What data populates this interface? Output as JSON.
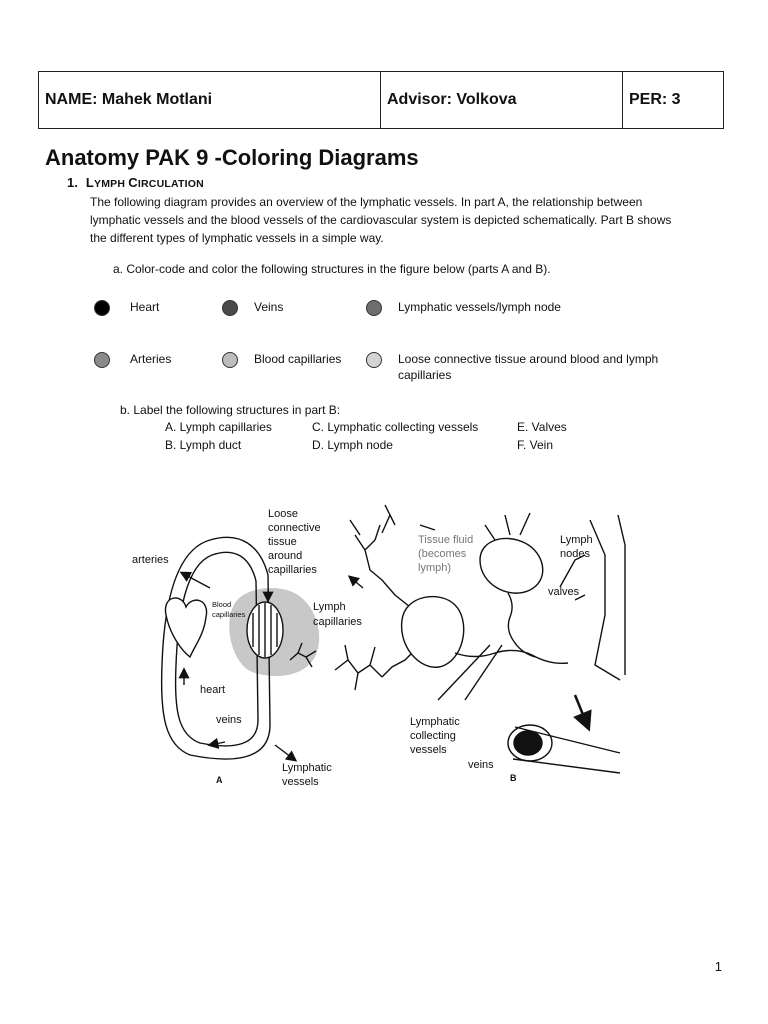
{
  "header": {
    "name": "NAME: Mahek Motlani",
    "advisor": "Advisor: Volkova",
    "period": "PER: 3"
  },
  "title": "Anatomy PAK 9 -Coloring Diagrams",
  "section": {
    "number": "1.",
    "head_cap1": "L",
    "head_rest1": "YMPH ",
    "head_cap2": "C",
    "head_rest2": "IRCULATION",
    "paragraph": "The following diagram provides an overview of the lymphatic vessels. In part A, the relationship between lymphatic vessels and the blood vessels of the cardiovascular system is depicted schematically. Part B shows the different types of lymphatic vessels in a simple way."
  },
  "part_a": {
    "instruction": "a.    Color-code and color the following structures in the figure below (parts A and B).",
    "legend": [
      {
        "label": "Heart",
        "color": "#000000"
      },
      {
        "label": "Veins",
        "color": "#4a4a4a"
      },
      {
        "label": "Lymphatic vessels/lymph node",
        "color": "#6e6e6e"
      },
      {
        "label": "Arteries",
        "color": "#8a8a8a"
      },
      {
        "label": "Blood capillaries",
        "color": "#bdbdbd"
      },
      {
        "label": "Loose connective tissue around blood and lymph capillaries",
        "color": "#d4d4d4"
      }
    ]
  },
  "part_b": {
    "instruction": "b.   Label the following structures in part B:",
    "labels": [
      "A.   Lymph capillaries",
      "B.   Lymph duct",
      "C.  Lymphatic collecting vessels",
      "D. Lymph node",
      "E. Valves",
      "F. Vein"
    ]
  },
  "figure": {
    "loose_lines": [
      "Loose",
      "connective",
      "tissue",
      "around",
      "capillaries"
    ],
    "arteries": "arteries",
    "blood_cap_lines": [
      "Blood",
      "capillaries"
    ],
    "lymph_cap_lines": [
      "Lymph",
      "capillaries"
    ],
    "tissue_fluid_lines": [
      "Tissue fluid",
      "(becomes",
      "lymph)"
    ],
    "lymph_nodes_lines": [
      "Lymph",
      "nodes"
    ],
    "valves": "valves",
    "heart": "heart",
    "veins_a": "veins",
    "collecting_lines": [
      "Lymphatic",
      "collecting",
      "vessels"
    ],
    "veins_b": "veins",
    "lymphatic_vessels_lines": [
      "Lymphatic",
      "vessels"
    ],
    "part_a_label": "A",
    "part_b_label": "B"
  },
  "page_number": "1"
}
